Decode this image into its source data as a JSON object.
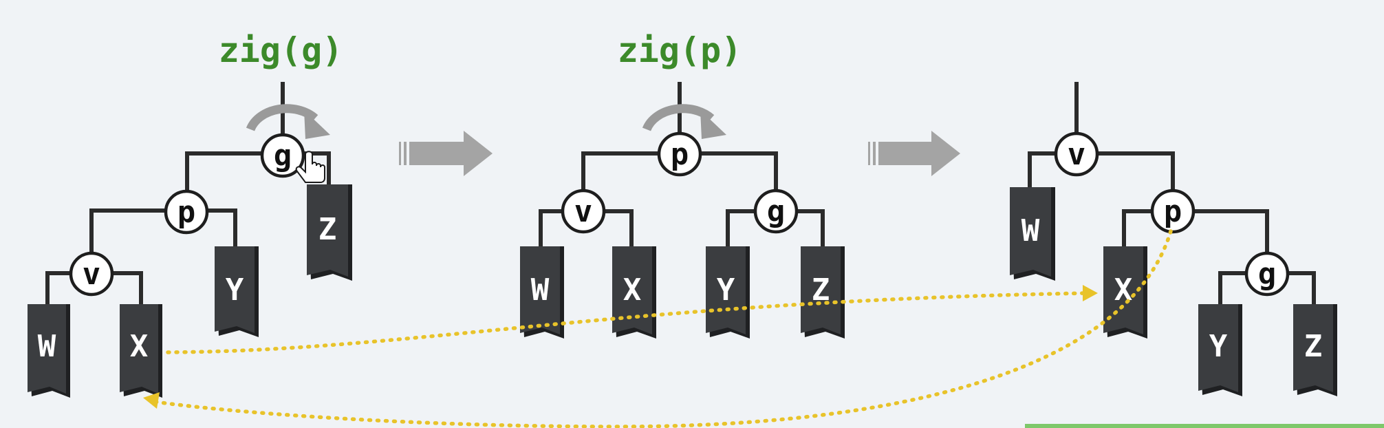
{
  "operations": {
    "first": "zig(g)",
    "second": "zig(p)"
  },
  "stage1": {
    "nodes": {
      "g": "g",
      "p": "p",
      "v": "v"
    },
    "subtrees": {
      "W": "W",
      "X": "X",
      "Y": "Y",
      "Z": "Z"
    }
  },
  "stage2": {
    "nodes": {
      "p": "p",
      "v": "v",
      "g": "g"
    },
    "subtrees": {
      "W": "W",
      "X": "X",
      "Y": "Y",
      "Z": "Z"
    }
  },
  "stage3": {
    "nodes": {
      "v": "v",
      "p": "p",
      "g": "g"
    },
    "subtrees": {
      "W": "W",
      "X": "X",
      "Y": "Y",
      "Z": "Z"
    }
  },
  "colors": {
    "background": "#f0f3f6",
    "label_green": "#3c8a2a",
    "subtree_dark": "#3b3d40",
    "arrow_gray": "#a4a4a4",
    "dotted_yellow": "#e8c32a",
    "bottom_strip_green": "#7ec86a"
  },
  "icons": {
    "transition_arrow": "right-arrow-icon",
    "rotation": "clockwise-rotation-arrow-icon",
    "cursor": "hand-pointer-icon"
  }
}
